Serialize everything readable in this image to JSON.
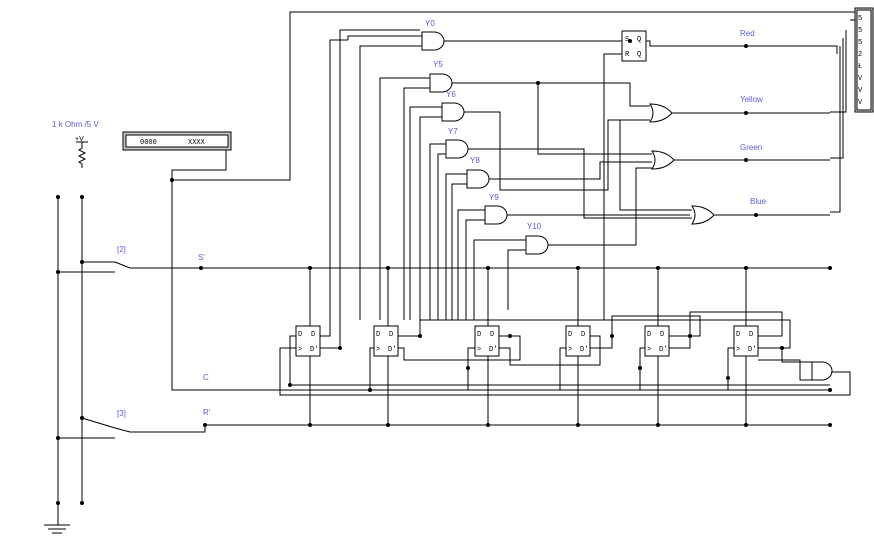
{
  "labels": {
    "y0": "Y0",
    "y5": "Y5",
    "y6": "Y6",
    "y7": "Y7",
    "y8": "Y8",
    "y9": "Y9",
    "y10": "Y10",
    "red": "Red",
    "yellow": "Yellow",
    "green": "Green",
    "blue": "Blue",
    "pullup": "1 k Ohm /5 V",
    "vcc": "+V",
    "switch2": "[2]",
    "switch3": "[3]",
    "s_prime": "S'",
    "c": "C",
    "r_prime": "R'"
  },
  "counter_display": {
    "left": "0000",
    "right": "XXXX"
  },
  "flipflop_pins": {
    "d": "D",
    "q": "D",
    "clk": ">",
    "qn": "D'"
  },
  "srff_pins": {
    "s": "S",
    "r": "R",
    "q": "Q",
    "qn": "Q"
  },
  "colors": {
    "label": "#5b5bd6",
    "wire": "#000000",
    "display": "#c8c8c8"
  }
}
